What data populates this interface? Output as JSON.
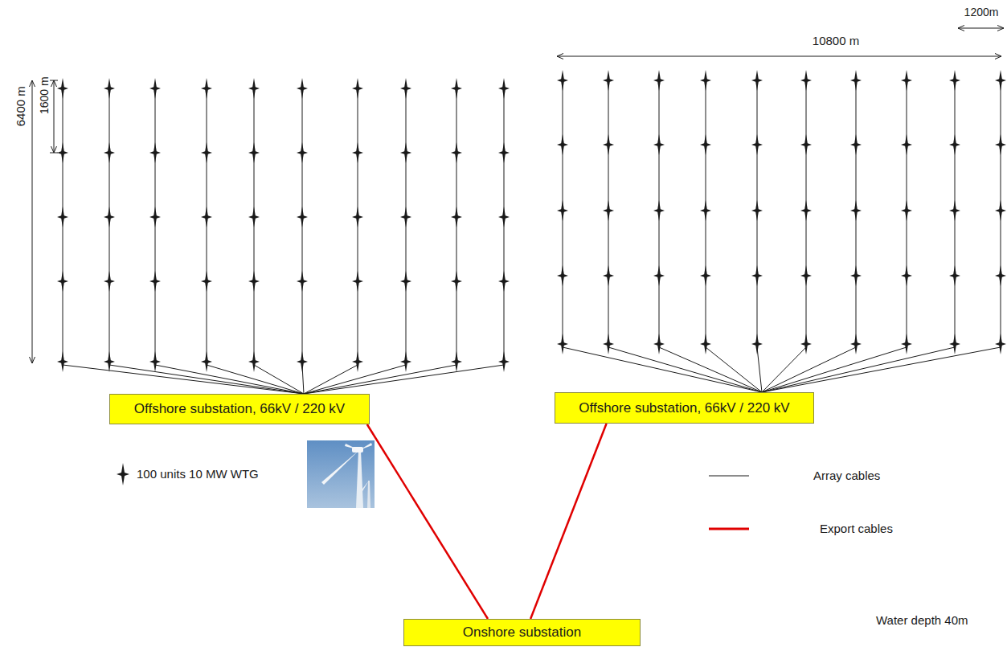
{
  "diagram": {
    "nodes": [
      {
        "text": [
          "Offshore substation, 66kV / 220 kV"
        ]
      },
      {
        "text": [
          "Offshore substation, 66kV / 220 kV"
        ]
      },
      {
        "text": [
          "Onshore substation"
        ]
      }
    ],
    "edges": [
      {
        "from": 0,
        "to": 2,
        "arrow": "none"
      },
      {
        "from": 1,
        "to": 2,
        "arrow": "none"
      }
    ],
    "labels": [
      "1200m",
      "10800 m",
      "1600 m",
      "6400 m",
      "Water depth 40m"
    ],
    "legend": [
      {
        "text": "100 units 10 MW WTG"
      },
      {
        "text": "Array cables"
      },
      {
        "text": "Export cables"
      }
    ]
  }
}
